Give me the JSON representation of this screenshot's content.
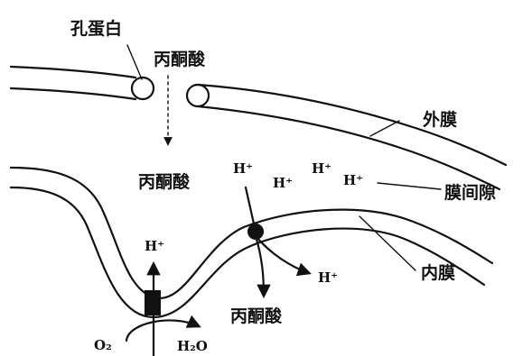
{
  "labels": {
    "porin": "孔蛋白",
    "pyruvate_top": "丙酮酸",
    "pyruvate_mid": "丙酮酸",
    "pyruvate_bottom": "丙酮酸",
    "outer_membrane": "外膜",
    "intermembrane_space": "膜间隙",
    "inner_membrane": "内膜",
    "proton": "H⁺",
    "oxygen": "O₂",
    "water": "H₂O"
  },
  "colors": {
    "ink": "#111111",
    "background": "#ffffff"
  }
}
